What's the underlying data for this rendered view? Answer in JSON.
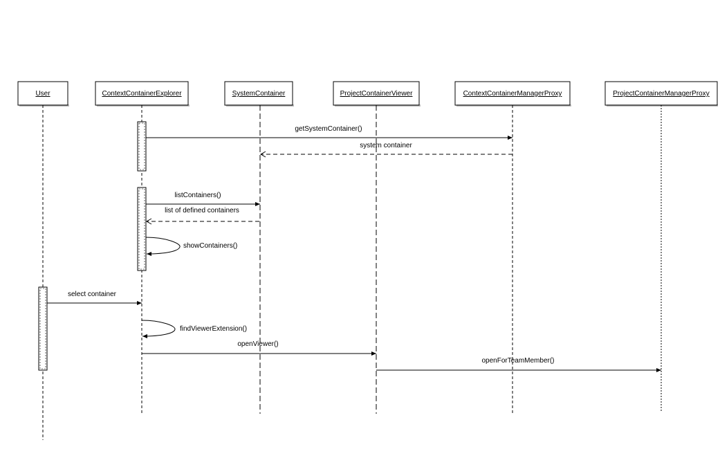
{
  "participants": [
    {
      "id": "user",
      "label": "User"
    },
    {
      "id": "cce",
      "label": "ContextContainerExplorer"
    },
    {
      "id": "sc",
      "label": "SystemContainer"
    },
    {
      "id": "pcv",
      "label": "ProjectContainerViewer"
    },
    {
      "id": "ccmp",
      "label": "ContextContainerManagerProxy"
    },
    {
      "id": "pcmp",
      "label": "ProjectContainerManagerProxy"
    }
  ],
  "messages": [
    {
      "id": "m1",
      "label": "getSystemContainer()",
      "from": "cce",
      "to": "ccmp",
      "kind": "call"
    },
    {
      "id": "m2",
      "label": "system container",
      "from": "ccmp",
      "to": "sc",
      "kind": "return"
    },
    {
      "id": "m3",
      "label": "listContainers()",
      "from": "cce",
      "to": "sc",
      "kind": "call"
    },
    {
      "id": "m4",
      "label": "list of defined containers",
      "from": "sc",
      "to": "cce",
      "kind": "return"
    },
    {
      "id": "m5",
      "label": "showContainers()",
      "from": "cce",
      "to": "cce",
      "kind": "self"
    },
    {
      "id": "m6",
      "label": "select container",
      "from": "user",
      "to": "cce",
      "kind": "call"
    },
    {
      "id": "m7",
      "label": "findViewerExtension()",
      "from": "cce",
      "to": "cce",
      "kind": "self"
    },
    {
      "id": "m8",
      "label": "openViewer()",
      "from": "cce",
      "to": "pcv",
      "kind": "call"
    },
    {
      "id": "m9",
      "label": "openForTeamMember()",
      "from": "pcv",
      "to": "pcmp",
      "kind": "call"
    }
  ]
}
